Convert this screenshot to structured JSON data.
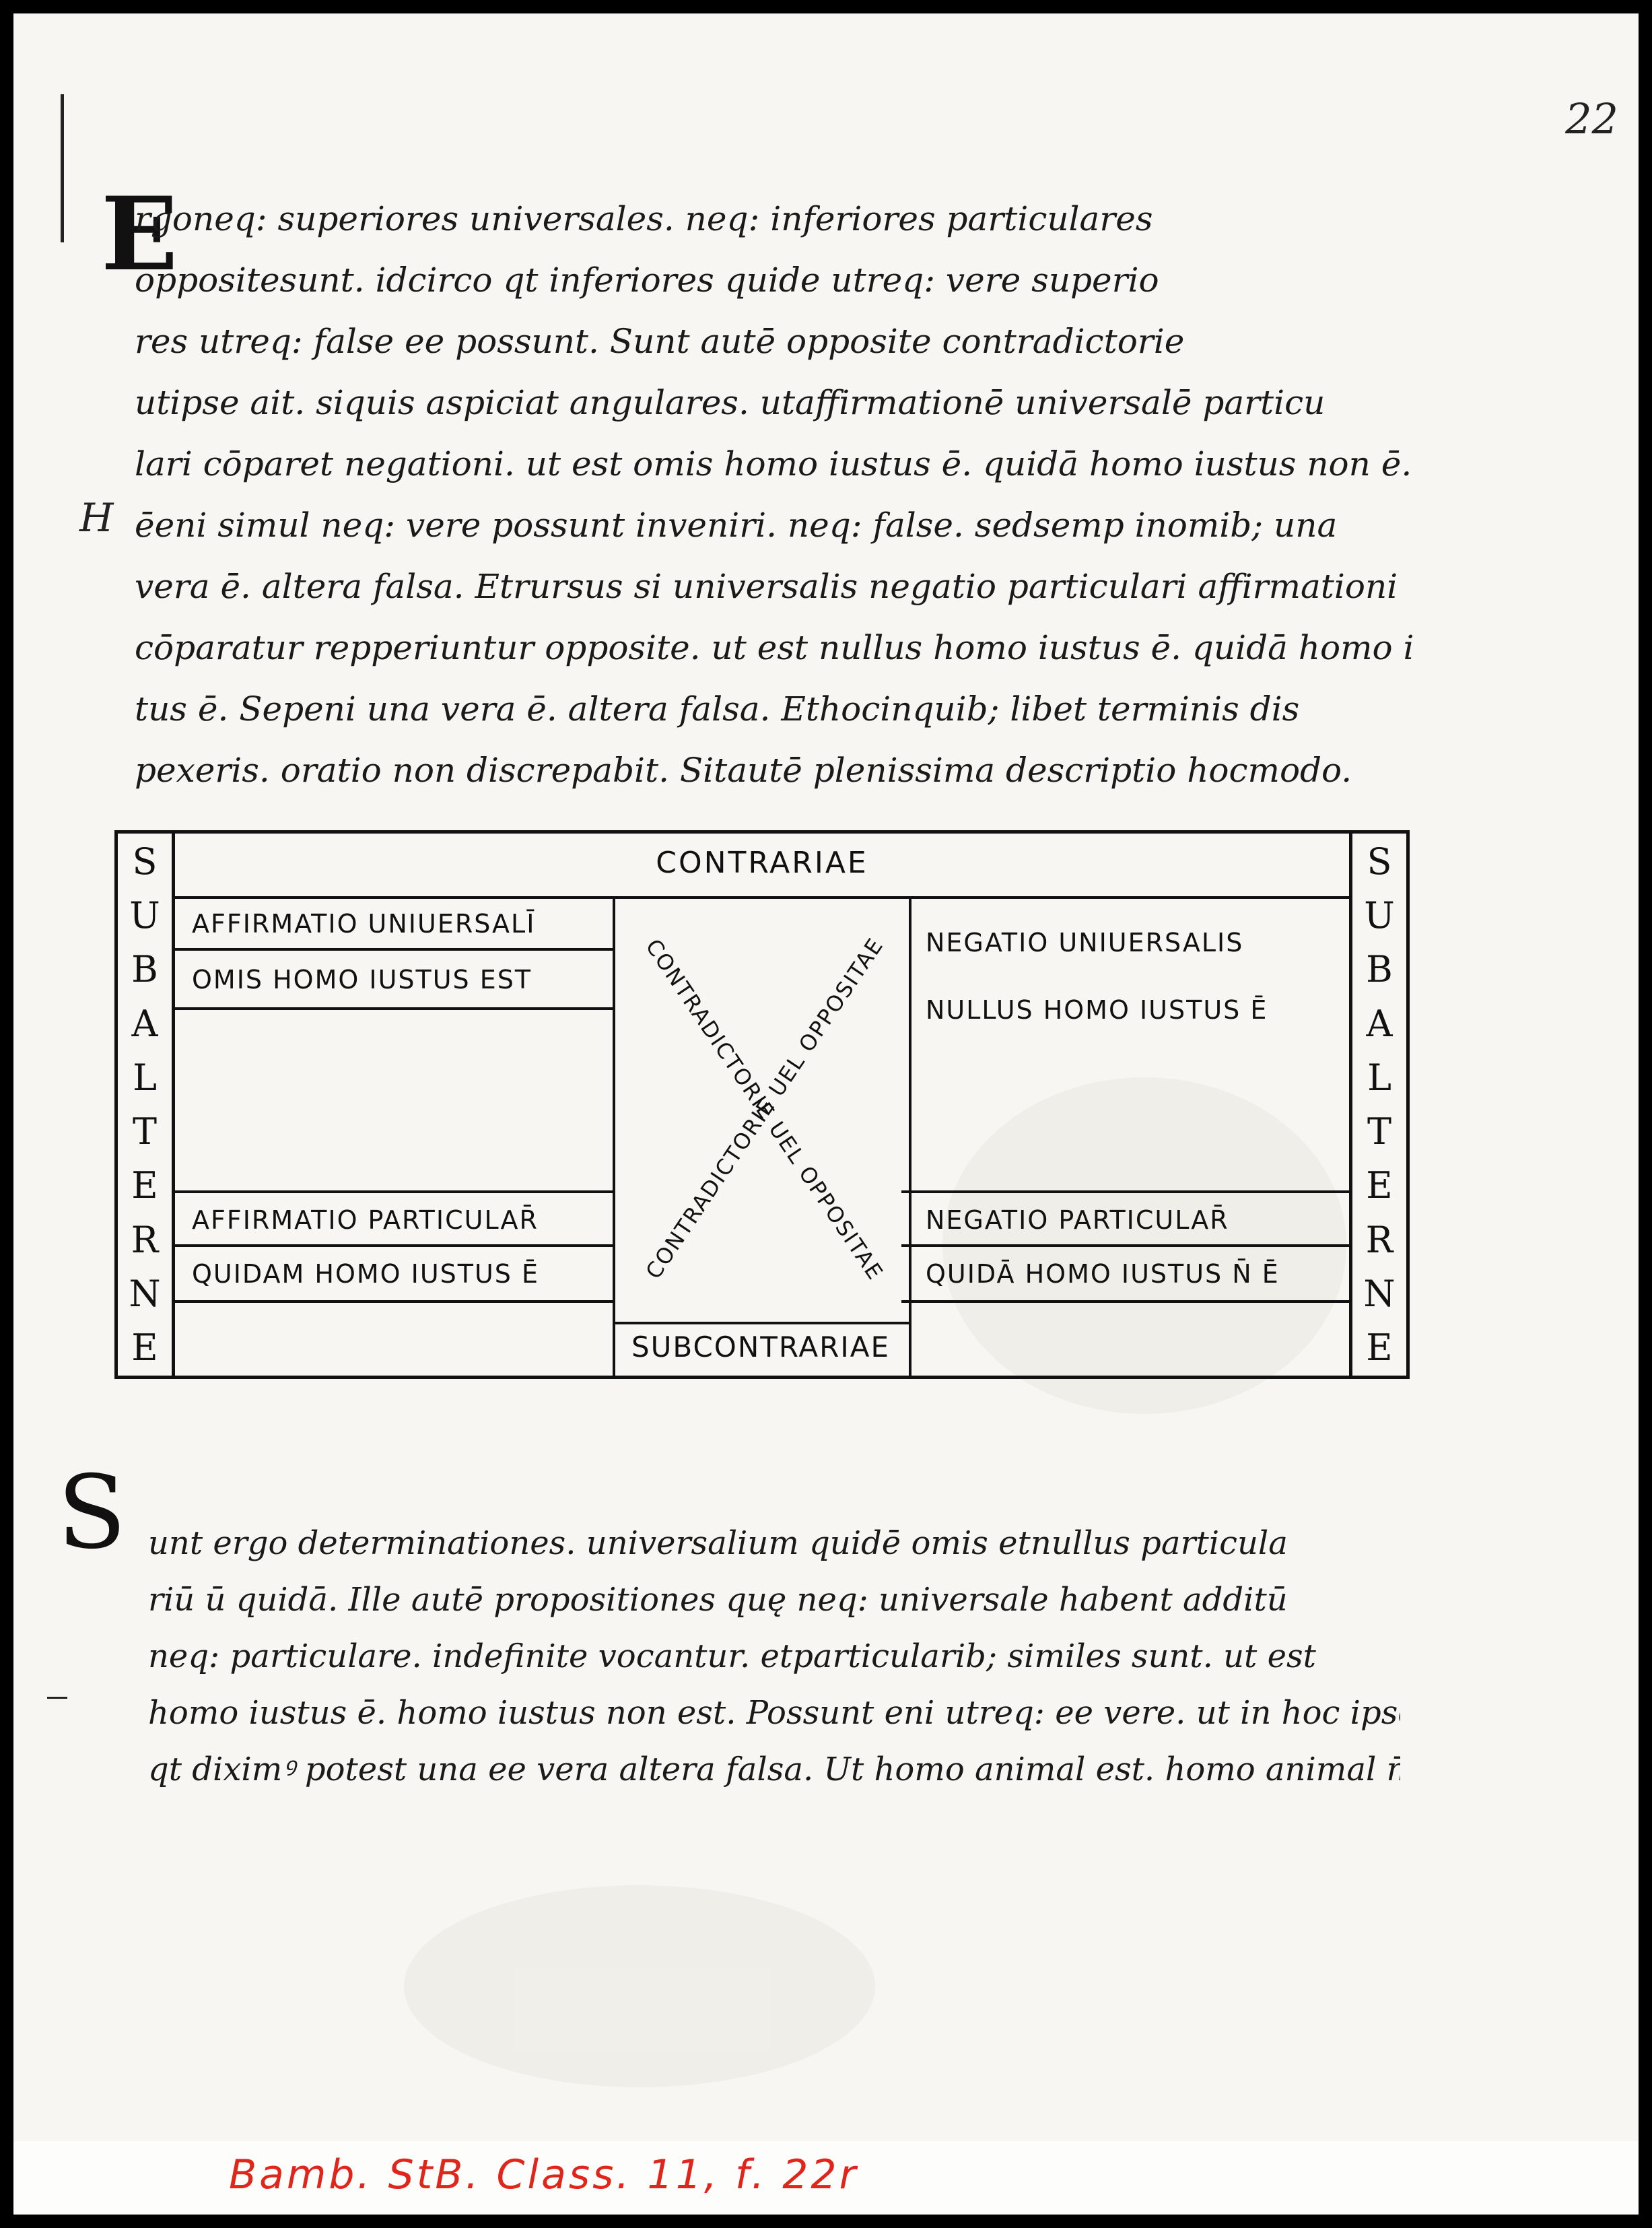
{
  "folio_number": "22",
  "paragraph1": {
    "initial": "E",
    "marginal_note": "H",
    "lines": [
      "rgoneq: superiores universales. neq: inferiores particulares",
      "oppositesunt. idcirco qt inferiores quide utreq: vere superio",
      "res utreq: false ee possunt. Sunt autē opposite contradictorie",
      "utipse ait. siquis aspiciat angulares. utaffirmationē universalē particu",
      "lari cōparet negationi. ut est omis homo iustus ē. quidā homo iustus non ē.",
      "ēeni simul neq: vere possunt inveniri. neq: false. sedsemp inomib; una",
      "vera ē. altera falsa. Etrursus si universalis negatio particulari affirmationi",
      "cōparatur repperiuntur opposite. ut est nullus homo iustus ē. quidā homo ius",
      "tus ē. Sepeni una vera ē. altera falsa. Ethocinquib; libet terminis dis",
      "pexeris. oratio non discrepabit. Sitautē plenissima descriptio hocmodo."
    ]
  },
  "diagram": {
    "top_label": "CONTRARIAE",
    "bottom_label": "SUBCONTRARIAE",
    "left_vertical": [
      "S",
      "U",
      "B",
      "A",
      "L",
      "T",
      "E",
      "R",
      "N",
      "E"
    ],
    "right_vertical": [
      "S",
      "U",
      "B",
      "A",
      "L",
      "T",
      "E",
      "R",
      "N",
      "E"
    ],
    "top_left_heading": "AFFIRMATIO UNIUERSALĪ",
    "top_left_example": "OMIS HOMO IUSTUS EST",
    "top_right_heading": "NEGATIO UNIUERSALIS",
    "top_right_example": "NULLUS HOMO IUSTUS Ē",
    "bottom_left_heading": "AFFIRMATIO PARTICULAR̄",
    "bottom_left_example": "QUIDAM HOMO IUSTUS Ē",
    "bottom_right_heading": "NEGATIO PARTICULAR̄",
    "bottom_right_example": "QUIDĀ HOMO IUSTUS N̄ Ē",
    "diagonal_1": "CONTRADICTORIE UEL OPPOSITAE",
    "diagonal_2": "CONTRADICTORIE UEL OPPOSITAE"
  },
  "paragraph2": {
    "initial": "S",
    "lines": [
      "unt ergo determinationes. universalium quidē omis etnullus particula",
      "riū ū quidā. Ille autē propositiones quę neq: universale habent additū",
      "neq: particulare. indefinite vocantur. etparticularib; similes sunt. ut est",
      "homo iustus ē. homo iustus non est. Possunt eni utreq: ee vere. ut in hoc ipso exemplo",
      "qt diximꝰ potest una ee vera altera falsa. Ut homo animal est. homo animal n̄ ē."
    ]
  },
  "library_note": "Bamb. StB. Class. 11, f. 22r"
}
